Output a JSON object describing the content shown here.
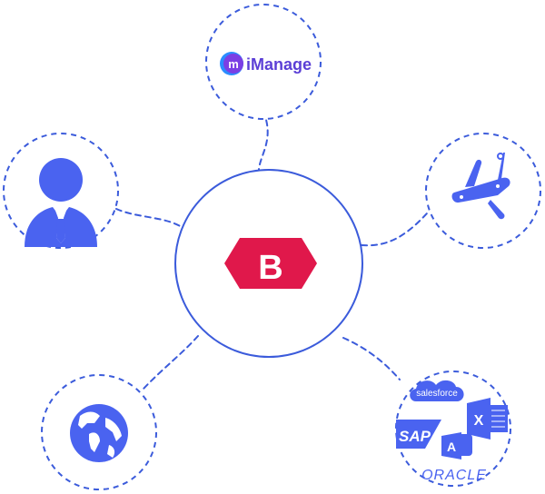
{
  "colors": {
    "accent": "#3b5bdb",
    "icon_blue": "#4a63f0",
    "brand_red": "#e0184b",
    "imanage_purple": "#5b3fd6"
  },
  "center": {
    "logo_letter": "B",
    "icon": "brand-b-hexagon-icon"
  },
  "nodes": {
    "imanage": {
      "label": "iManage",
      "badge": "m",
      "icon": "imanage-logo-icon"
    },
    "person": {
      "icon": "businessman-icon"
    },
    "tools": {
      "icon": "swiss-army-knife-icon"
    },
    "globe": {
      "icon": "globe-icon"
    },
    "integrations": {
      "salesforce": "salesforce",
      "sap": "SAP",
      "oracle": "ORACLE",
      "excel": "X",
      "access": "A"
    }
  }
}
